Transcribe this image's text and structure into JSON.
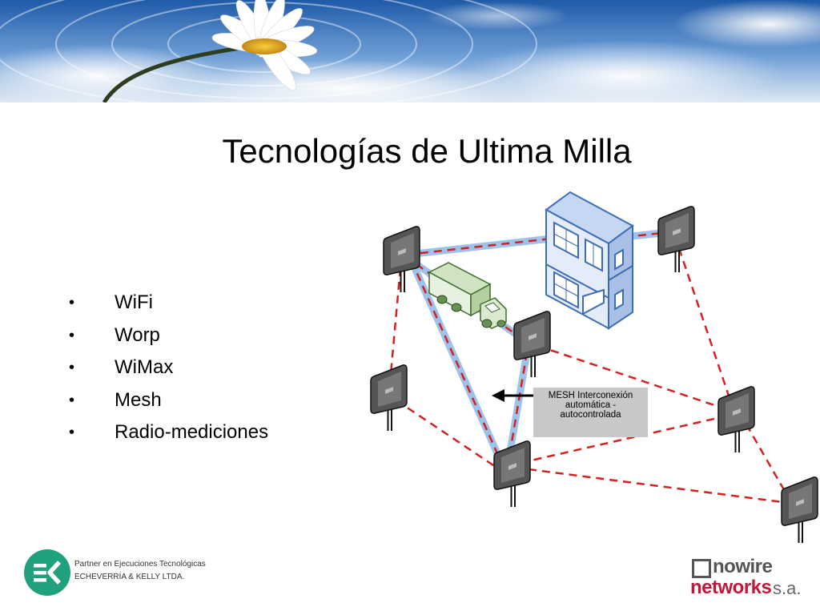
{
  "slide": {
    "title": "Tecnologías de Ultima Milla",
    "bullets": [
      "WiFi",
      "Worp",
      "WiMax",
      "Mesh",
      "Radio-mediciones"
    ],
    "bullet_symbol": "•"
  },
  "diagram": {
    "callout_lines": [
      "MESH  Interconexión",
      "automática -",
      "autocontrolada"
    ]
  },
  "footer": {
    "partner_line1": "Partner en Ejecuciones Tecnológicas",
    "partner_line2": "ECHEVERRÍA & KELLY LTDA.",
    "brand_word1": "nowire",
    "brand_word2": "networks",
    "brand_word3": "s.a."
  },
  "colors": {
    "link_red": "#d62020",
    "link_blue": "#9dc3ea",
    "brand_red": "#c0173a",
    "ek_green": "#1fa17e",
    "callout_gray": "#c8c8c8"
  },
  "icons": [
    "daisy-sky-banner",
    "building-icon",
    "truck-icon",
    "antenna-icon",
    "arrow-left-icon",
    "ek-logo-icon",
    "nowire-logo-icon"
  ]
}
